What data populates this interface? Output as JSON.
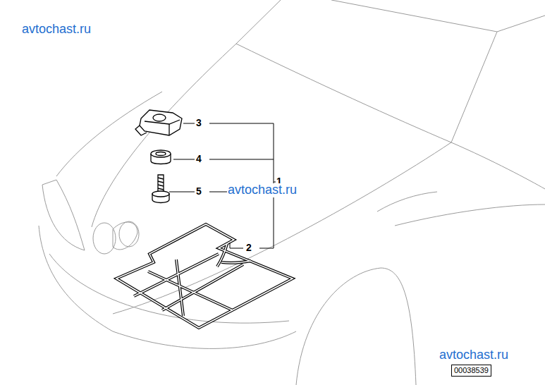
{
  "diagram": {
    "nodes": [
      {
        "text": [
          "00038539"
        ]
      }
    ],
    "labels": [
      "avtochast.ru",
      "3",
      "4",
      "1",
      "5",
      "avtochast.ru",
      "2",
      "avtochast.ru"
    ]
  }
}
